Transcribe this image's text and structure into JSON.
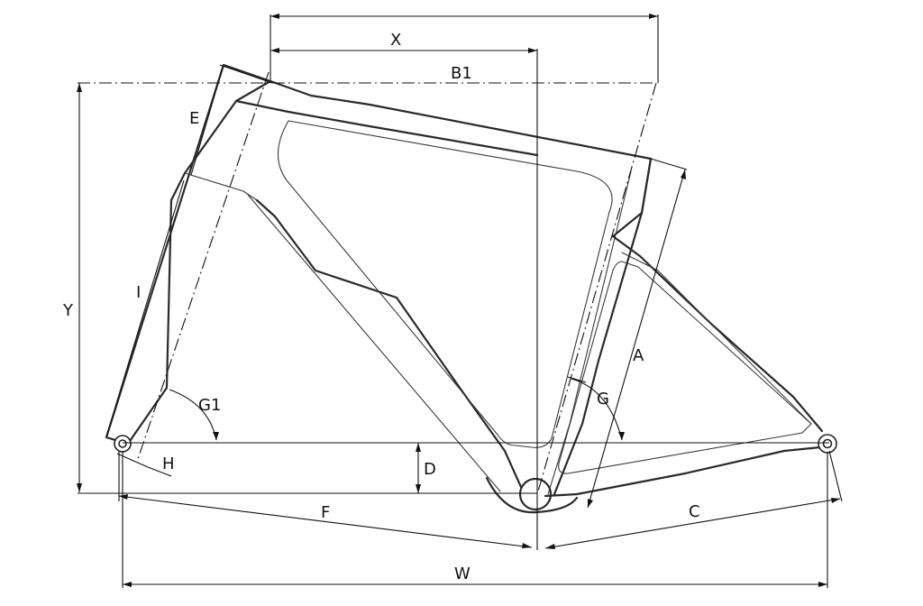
{
  "labels": {
    "x": "X",
    "b1": "B1",
    "e": "E",
    "i": "I",
    "y": "Y",
    "g1": "G1",
    "h": "H",
    "d": "D",
    "f": "F",
    "w": "W",
    "a": "A",
    "g": "G",
    "c": "C"
  },
  "colors": {
    "line": "#111111",
    "frame": "#2a2a2a",
    "background": "#ffffff"
  }
}
